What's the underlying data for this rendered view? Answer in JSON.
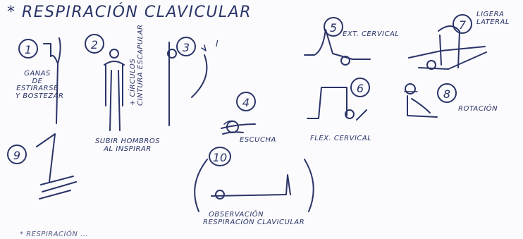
{
  "title": "* RESPIRACIÓN CLAVICULAR",
  "figures": [
    {
      "number": "1",
      "caption_lines": [
        "GANAS",
        "DE",
        "ESTIRARSE",
        "Y BOSTEZAR"
      ]
    },
    {
      "number": "2",
      "caption_lines": [
        "SUBIR HOMBROS",
        "AL INSPIRAR"
      ]
    },
    {
      "number": "3",
      "caption_lines": [
        "+ CÍRCULOS",
        "CINTURA ESCAPULAR"
      ],
      "marker": "I"
    },
    {
      "number": "4",
      "caption_lines": [
        "ESCUCHA"
      ]
    },
    {
      "number": "5",
      "caption_lines": [
        "EXT. CERVICAL"
      ]
    },
    {
      "number": "6",
      "caption_lines": [
        "FLEX. CERVICAL"
      ]
    },
    {
      "number": "7",
      "caption_lines": [
        "LIGERA",
        "LATERAL"
      ]
    },
    {
      "number": "8",
      "caption_lines": [
        "ROTACIÓN"
      ]
    },
    {
      "number": "9",
      "caption_lines": []
    },
    {
      "number": "10",
      "caption_lines": [
        "OBSERVACIÓN",
        "RESPIRACIÓN CLAVICULAR"
      ]
    }
  ],
  "footer_partial": "* RESPIRACIÓN ..."
}
